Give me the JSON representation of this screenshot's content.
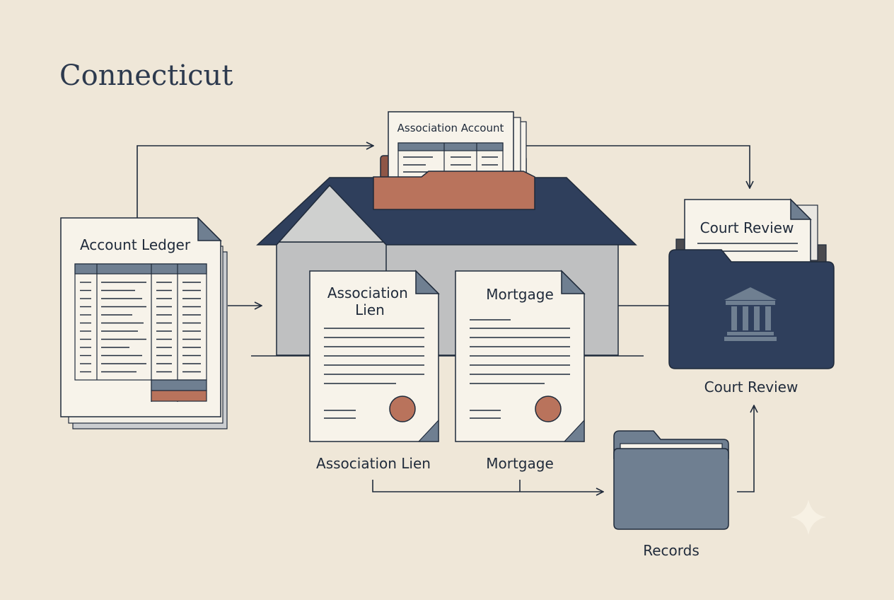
{
  "title": "Connecticut",
  "nodes": {
    "association_account": {
      "label": "Association Account"
    },
    "account_ledger": {
      "label": "Account Ledger"
    },
    "association_lien": {
      "doc_title": "Association Lien",
      "caption": "Association Lien"
    },
    "mortgage": {
      "doc_title": "Mortgage",
      "caption": "Mortgage"
    },
    "court_review": {
      "doc_title": "Court Review",
      "caption": "Court Review",
      "icon": "courthouse-icon"
    },
    "records": {
      "caption": "Records",
      "icon": "folder-icon"
    }
  },
  "colors": {
    "background": "#efe7d8",
    "navy": "#2f3f5c",
    "terracotta": "#b9735c",
    "slate": "#6f7f91",
    "paper": "#f7f3ea",
    "ink": "#1f2a3a"
  }
}
